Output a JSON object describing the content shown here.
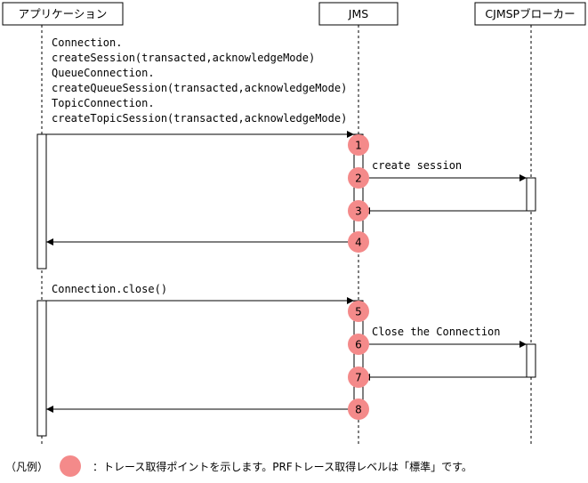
{
  "participants": [
    {
      "label": "アプリケーション"
    },
    {
      "label": "JMS"
    },
    {
      "label": "CJMSPブローカー"
    }
  ],
  "calls": [
    {
      "lines": [
        "Connection.",
        "createSession(transacted,acknowledgeMode)",
        "QueueConnection.",
        "createQueueSession(transacted,acknowledgeMode)",
        "TopicConnection.",
        "createTopicSession(transacted,acknowledgeMode)"
      ]
    },
    {
      "lines": [
        "Connection.close()"
      ]
    }
  ],
  "messages": [
    {
      "label": "create session"
    },
    {
      "label": "Close the Connection"
    }
  ],
  "trace_points": [
    "1",
    "2",
    "3",
    "4",
    "5",
    "6",
    "7",
    "8"
  ],
  "legend": {
    "prefix": "（凡例）",
    "text": "：トレース取得ポイントを示します。PRFトレース取得レベルは「標準」です。"
  },
  "colors": {
    "trace_point": "#f48a8a",
    "line": "#000000",
    "background": "#ffffff"
  }
}
